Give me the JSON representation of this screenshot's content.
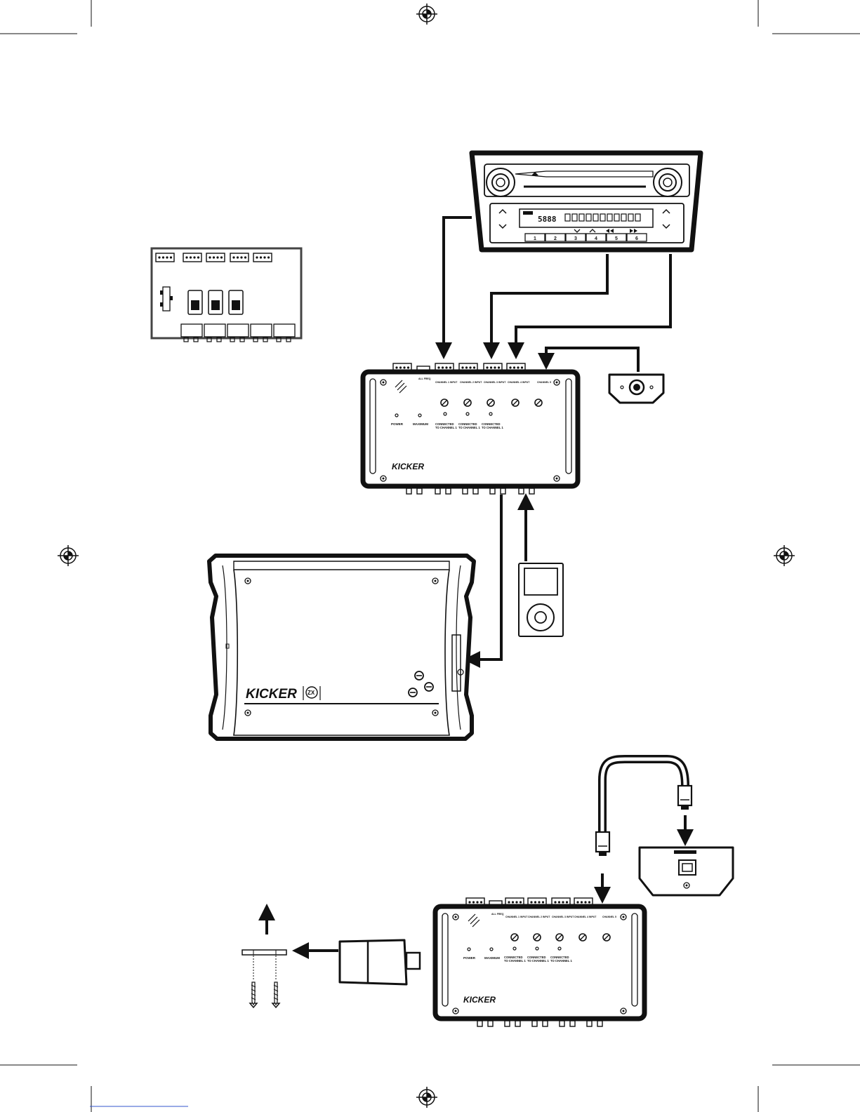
{
  "radio": {
    "display_text": "5888",
    "presets": [
      "1",
      "2",
      "3",
      "4",
      "5",
      "6"
    ]
  },
  "processor_top": {
    "brand": "KICKER",
    "led_labels": [
      "POWER",
      "MAXIMUM"
    ],
    "connected_labels": [
      "CONNECTED\nTO CHANNEL 1",
      "CONNECTED\nTO CHANNEL 1",
      "CONNECTED\nTO CHANNEL 1"
    ]
  },
  "processor_bottom": {
    "brand": "KICKER",
    "led_labels": [
      "POWER",
      "MAXIMUM"
    ],
    "connected_labels": [
      "CONNECTED\nTO CHANNEL 1",
      "CONNECTED\nTO CHANNEL 1",
      "CONNECTED\nTO CHANNEL 1"
    ]
  },
  "amplifier": {
    "brand": "KICKER",
    "model_badge": "ZX"
  },
  "colors": {
    "ink": "#111111",
    "paper": "#ffffff",
    "footer_link": "#3355cc"
  },
  "icons": [
    "registration-mark-icon",
    "crop-mark-icon",
    "arrow-icon",
    "remote-knob-icon",
    "music-player-icon",
    "rj-plug-icon",
    "screw-icon"
  ]
}
